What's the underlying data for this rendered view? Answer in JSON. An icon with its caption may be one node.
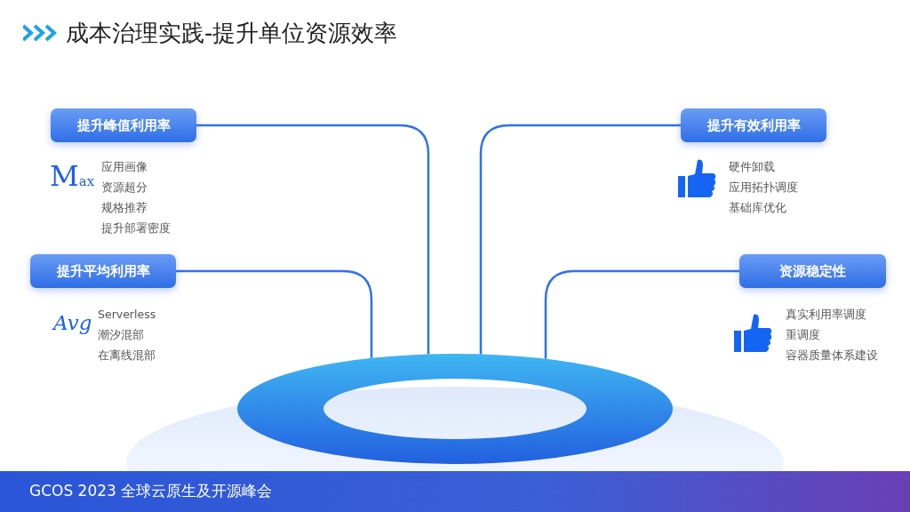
{
  "diagram": {
    "title": "成本治理实践-提升单位资源效率",
    "nodes": [
      {
        "text": [
          "提升峰值利用率"
        ],
        "beside": [
          "Max",
          "应用画像",
          "资源超分",
          "规格推荐",
          "提升部署密度"
        ]
      },
      {
        "text": [
          "提升平均利用率"
        ],
        "beside": [
          "Avg",
          "Serverless",
          "潮汐混部",
          "在离线混部"
        ]
      },
      {
        "text": [
          "提升有效利用率"
        ],
        "beside": [
          "硬件卸载",
          "应用拓扑调度",
          "基础库优化"
        ]
      },
      {
        "text": [
          "资源稳定性"
        ],
        "beside": [
          "真实利用率调度",
          "重调度",
          "容器质量体系建设"
        ]
      },
      {
        "text": [],
        "shape": "ring"
      }
    ],
    "edges": [
      {
        "from": 0,
        "to": 4,
        "arrow": "none"
      },
      {
        "from": 1,
        "to": 4,
        "arrow": "none"
      },
      {
        "from": 2,
        "to": 4,
        "arrow": "none"
      },
      {
        "from": 3,
        "to": 4,
        "arrow": "none"
      }
    ],
    "labels": [
      "GCOS 2023 全球云原生及开源峰会"
    ]
  }
}
